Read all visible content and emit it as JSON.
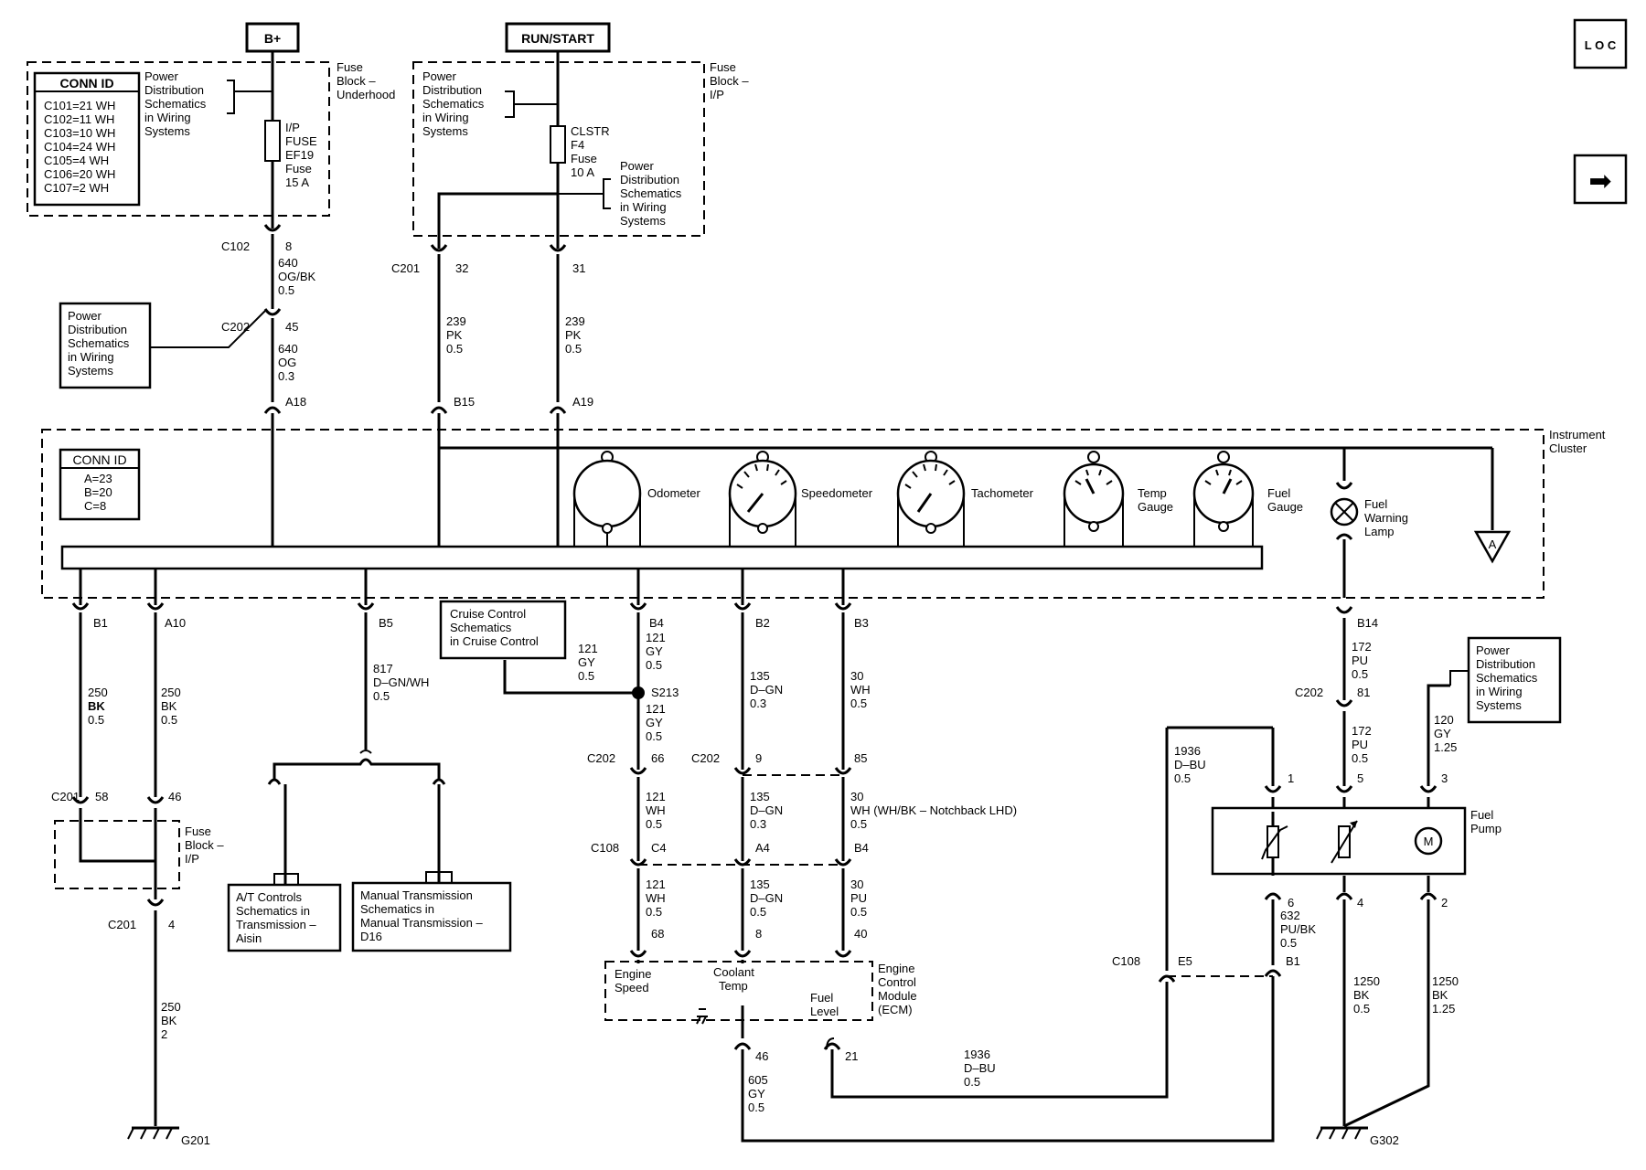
{
  "header": {
    "bplus": "B+",
    "runstart": "RUN/START"
  },
  "side_buttons": {
    "loc_label": "L O C",
    "arrow_label": "➡"
  },
  "conn_id_top": {
    "title": "CONN ID",
    "lines": [
      "C101=21 WH",
      "C102=11 WH",
      "C103=10 WH",
      "C104=24 WH",
      "C105=4 WH",
      "C106=20 WH",
      "C107=2 WH"
    ]
  },
  "pd_ref": [
    "Power",
    "Distribution",
    "Schematics",
    "in Wiring",
    "Systems"
  ],
  "fuse_underhood": {
    "block_label": [
      "Fuse",
      "Block –",
      "Underhood"
    ],
    "fuse": [
      "I/P",
      "FUSE",
      "EF19",
      "Fuse",
      "15 A"
    ]
  },
  "fuse_ip_top": {
    "block_label": [
      "Fuse",
      "Block –",
      "I/P"
    ],
    "fuse": [
      "CLSTR",
      "F4",
      "Fuse",
      "10 A"
    ]
  },
  "connectors": {
    "c102_top": "C102",
    "c102_top_pin": "8",
    "c202_top": "C202",
    "c202_top_pin": "45",
    "a18": "A18",
    "c201_top": "C201",
    "c201_pin32": "32",
    "c201_pin31": "31",
    "b15": "B15",
    "a19": "A19",
    "b1": "B1",
    "a10": "A10",
    "b5": "B5",
    "b4": "B4",
    "b2": "B2",
    "b3": "B3",
    "b14": "B14",
    "s213": "S213",
    "c202_mid": "C202",
    "pin66": "66",
    "pin9": "9",
    "pin85": "85",
    "pin81": "81",
    "c201_left": "C201",
    "pin58": "58",
    "pin46a": "46",
    "c201_bottom": "C201",
    "pin4a": "4",
    "c108": "C108",
    "c4": "C4",
    "a4": "A4",
    "b4b": "B4",
    "pin68": "68",
    "pin8": "8",
    "pin40": "40",
    "pin46b": "46",
    "pin21": "21",
    "c108_right": "C108",
    "e5": "E5",
    "b1b": "B1",
    "pin1": "1",
    "pin5": "5",
    "pin3": "3",
    "pin6": "6",
    "pin4b": "4",
    "pin2": "2",
    "g201": "G201",
    "g302": "G302"
  },
  "wires": {
    "w640ogbk": [
      "640",
      "OG/BK",
      "0.5"
    ],
    "w640og": [
      "640",
      "OG",
      "0.3"
    ],
    "w239pk_a": [
      "239",
      "PK",
      "0.5"
    ],
    "w239pk_b": [
      "239",
      "PK",
      "0.5"
    ],
    "w250bk_a": [
      "250",
      "BK",
      "0.5"
    ],
    "w250bk_b": [
      "250",
      "BK",
      "0.5"
    ],
    "w250bk_c": [
      "250",
      "BK",
      "2"
    ],
    "w817": [
      "817",
      "D–GN/WH",
      "0.5"
    ],
    "w121_cc": [
      "121",
      "GY",
      "0.5"
    ],
    "w121_a": [
      "121",
      "GY",
      "0.5"
    ],
    "w121_b": [
      "121",
      "GY",
      "0.5"
    ],
    "w121_c": [
      "121",
      "WH",
      "0.5"
    ],
    "w121_d": [
      "121",
      "WH",
      "0.5"
    ],
    "w135_a": [
      "135",
      "D–GN",
      "0.3"
    ],
    "w135_b": [
      "135",
      "D–GN",
      "0.3"
    ],
    "w135_c": [
      "135",
      "D–GN",
      "0.5"
    ],
    "w30_a": [
      "30",
      "WH",
      "0.5"
    ],
    "w30_b": [
      "30",
      "WH (WH/BK – Notchback LHD)",
      "0.5"
    ],
    "w30_c": [
      "30",
      "PU",
      "0.5"
    ],
    "w172_a": [
      "172",
      "PU",
      "0.5"
    ],
    "w172_b": [
      "172",
      "PU",
      "0.5"
    ],
    "w120": [
      "120",
      "GY",
      "1.25"
    ],
    "w1936_a": [
      "1936",
      "D–BU",
      "0.5"
    ],
    "w1936_b": [
      "1936",
      "D–BU",
      "0.5"
    ],
    "w632": [
      "632",
      "PU/BK",
      "0.5"
    ],
    "w605": [
      "605",
      "GY",
      "0.5"
    ],
    "w1250_a": [
      "1250",
      "BK",
      "0.5"
    ],
    "w1250_b": [
      "1250",
      "BK",
      "1.25"
    ]
  },
  "cluster": {
    "label": [
      "Instrument",
      "Cluster"
    ],
    "conn_title": "CONN ID",
    "conn_lines": [
      "A=23",
      "B=20",
      "C=8"
    ],
    "gauges": [
      "Odometer",
      "Speedometer",
      "Tachometer"
    ],
    "temp_gauge": [
      "Temp",
      "Gauge"
    ],
    "fuel_gauge": [
      "Fuel",
      "Gauge"
    ],
    "lamp": [
      "Fuel",
      "Warning",
      "Lamp"
    ],
    "offpage": "A"
  },
  "fuse_ip_left": [
    "Fuse",
    "Block –",
    "I/P"
  ],
  "cruise_box": [
    "Cruise Control",
    "Schematics",
    "in Cruise Control"
  ],
  "at_box": [
    "A/T Controls",
    "Schematics in",
    "Transmission –",
    "Aisin"
  ],
  "mt_box": [
    "Manual Transmission",
    "Schematics in",
    "Manual Transmission –",
    "D16"
  ],
  "ecm": {
    "label": [
      "Engine",
      "Control",
      "Module",
      "(ECM)"
    ],
    "engine_speed": [
      "Engine",
      "Speed"
    ],
    "coolant": [
      "Coolant",
      "Temp"
    ],
    "fuel_level": [
      "Fuel",
      "Level"
    ]
  },
  "fuel_pump": [
    "Fuel",
    "Pump"
  ],
  "motor_symbol": "M"
}
